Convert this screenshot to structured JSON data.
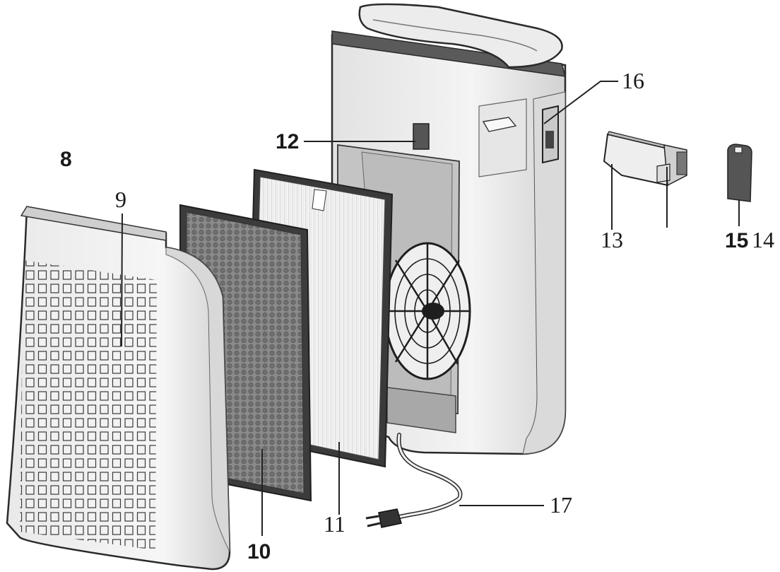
{
  "colors": {
    "outline": "#2a2a2a",
    "body_light": "#eeeeee",
    "body_mid": "#d6d6d6",
    "filter_dark": "#7f7f7f",
    "leader": "#222222"
  },
  "labels": {
    "l8": "8",
    "l9": "9",
    "l10": "10",
    "l11": "11",
    "l12": "12",
    "l13": "13",
    "l14": "14",
    "l15": "15",
    "l16": "16",
    "l17": "17"
  }
}
